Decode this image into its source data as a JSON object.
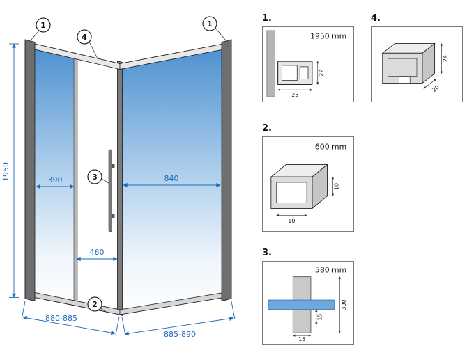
{
  "main": {
    "callout_top_left": "1",
    "callout_top_rail": "4",
    "callout_top_right": "1",
    "callout_handle": "3",
    "callout_bottom_rail": "2",
    "dim_height": "1950",
    "dim_fixed_panel": "390",
    "dim_side_panel": "840",
    "dim_door": "460",
    "dim_width_front": "880-885",
    "dim_width_side": "885-890"
  },
  "detail_1": {
    "label": "1.",
    "size": "1950 mm",
    "dim_height": "22",
    "dim_width": "25"
  },
  "detail_4": {
    "label": "4.",
    "dim_height": "24",
    "dim_depth": "20"
  },
  "detail_2": {
    "label": "2.",
    "size": "600 mm",
    "dim_height": "10",
    "dim_width": "10"
  },
  "detail_3": {
    "label": "3.",
    "size": "580 mm",
    "dim_inset": "15",
    "dim_length": "390",
    "dim_width": "15"
  },
  "colors": {
    "dimension_blue": "#1e6bb8",
    "glass_blue": "#4b8fd0",
    "frame_dark": "#1a1a1a",
    "profile_gray": "#d9d9d9"
  }
}
